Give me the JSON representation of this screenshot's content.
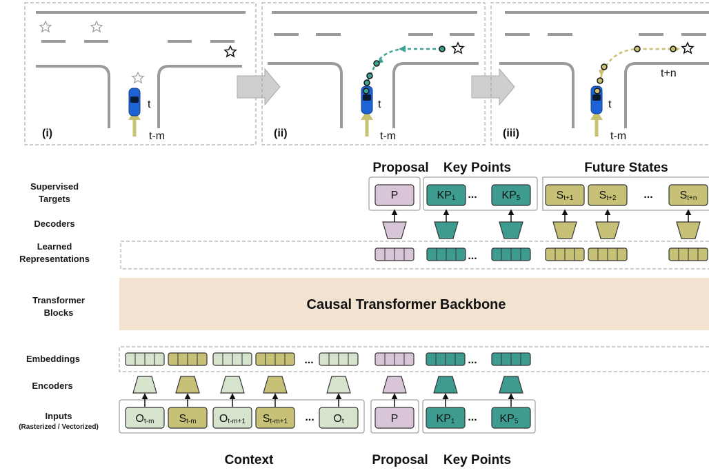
{
  "colors": {
    "obs": "#d6e3cd",
    "state": "#c6c176",
    "proposal": "#d8c6d8",
    "keypoint": "#3d9c8f",
    "backbone": "#f1e3cf",
    "road": "#9a9a9a",
    "dashed_border": "#9a9a9a"
  },
  "scenes": [
    {
      "label": "(i)",
      "t": "t",
      "tm": "t-m"
    },
    {
      "label": "(ii)",
      "t": "t",
      "tm": "t-m"
    },
    {
      "label": "(iii)",
      "t": "t",
      "tm": "t-m",
      "tn": "t+n"
    }
  ],
  "row_labels": {
    "supervised_1": "Supervised",
    "supervised_2": "Targets",
    "decoders": "Decoders",
    "learned_1": "Learned",
    "learned_2": "Representations",
    "transformer_1": "Transformer",
    "transformer_2": "Blocks",
    "embeddings": "Embeddings",
    "encoders": "Encoders",
    "inputs_1": "Inputs",
    "inputs_2": "(Rasterized / Vectorized)"
  },
  "headers": {
    "proposal_top": "Proposal",
    "keypoints_top": "Key Points",
    "future_states": "Future States",
    "context": "Context",
    "proposal_bottom": "Proposal",
    "keypoints_bottom": "Key Points"
  },
  "backbone": "Causal Transformer Backbone",
  "ellipsis": "...",
  "targets": {
    "p": "P",
    "kp1": {
      "main": "KP",
      "sub": "1"
    },
    "kp5": {
      "main": "KP",
      "sub": "5"
    },
    "s1": {
      "main": "S",
      "sub": "t+1"
    },
    "s2": {
      "main": "S",
      "sub": "t+2"
    },
    "sn": {
      "main": "S",
      "sub": "t+n"
    }
  },
  "inputs": {
    "o_tm": {
      "main": "O",
      "sub": "t-m"
    },
    "s_tm": {
      "main": "S",
      "sub": "t-m"
    },
    "o_tm1": {
      "main": "O",
      "sub": "t-m+1"
    },
    "s_tm1": {
      "main": "S",
      "sub": "t-m+1"
    },
    "o_t": {
      "main": "O",
      "sub": "t"
    },
    "p": "P",
    "kp1": {
      "main": "KP",
      "sub": "1"
    },
    "kp5": {
      "main": "KP",
      "sub": "5"
    }
  }
}
